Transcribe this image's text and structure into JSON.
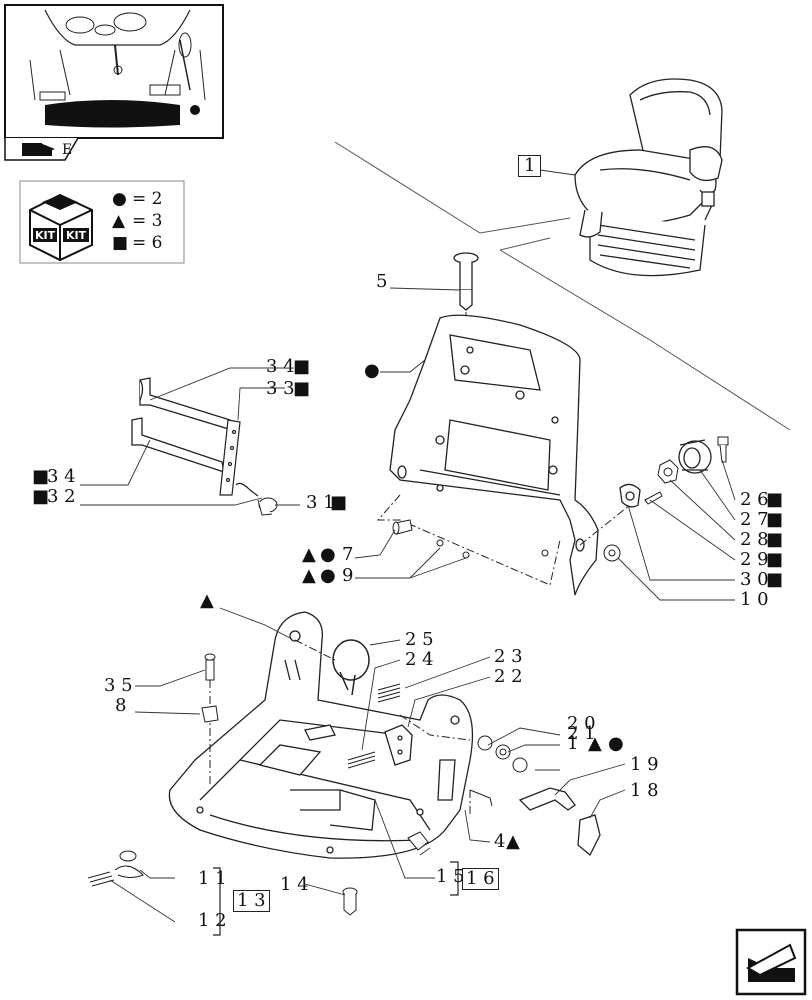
{
  "thumbnail": {
    "section_suffix": "E"
  },
  "kit_legend": {
    "kit_word": "KIT",
    "entries": [
      {
        "symbol": "●",
        "value": "= 2"
      },
      {
        "symbol": "▲",
        "value": "= 3"
      },
      {
        "symbol": "■",
        "value": "= 6"
      }
    ]
  },
  "labels": {
    "l1": "1",
    "l5": "5",
    "l34": "3 4",
    "l34b": "3 4",
    "l33": "3 3",
    "l32": "3 2",
    "l31": "3 1",
    "l7": "7",
    "l9": "9",
    "l26": "2 6",
    "l27": "2 7",
    "l28": "2 8",
    "l29": "2 9",
    "l30": "3 0",
    "l10": "1 0",
    "l25": "2 5",
    "l24": "2 4",
    "l23": "2 3",
    "l22": "2 2",
    "l21": "2 1",
    "l20": "2 0",
    "l1b": "1",
    "l19": "1 9",
    "l18": "1 8",
    "l35": "3 5",
    "l8": "8",
    "l4": "4",
    "l11": "1 1",
    "l12": "1 2",
    "l13": "1 3",
    "l14": "1 4",
    "l15": "1 5",
    "l16": "1 6"
  },
  "symbols": {
    "circle": "●",
    "triangle": "▲",
    "square": "■"
  }
}
